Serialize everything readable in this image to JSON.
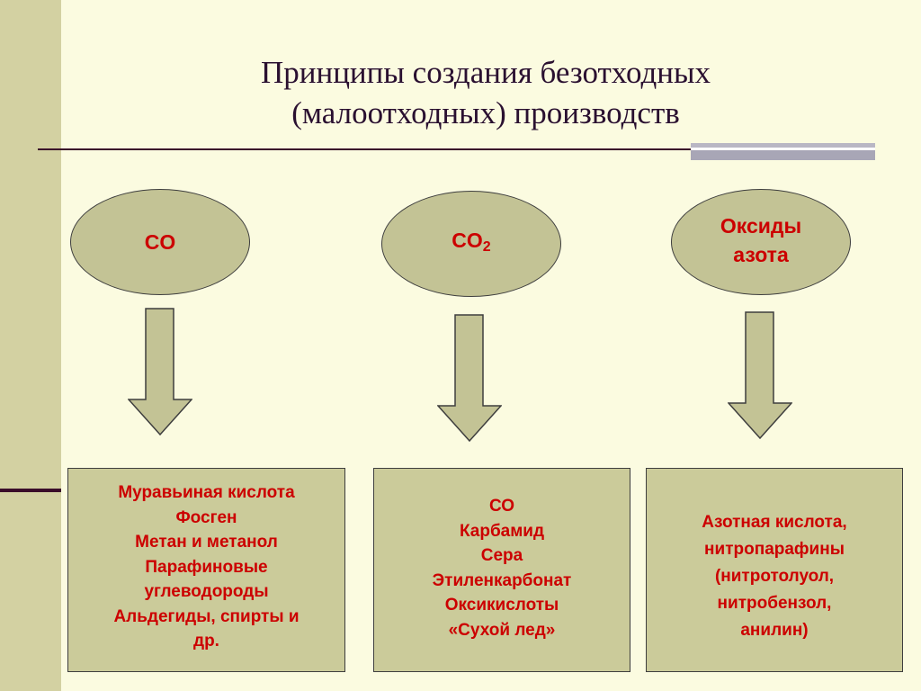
{
  "title": {
    "line1": "Принципы создания безотходных",
    "line2": "(малоотходных) производств"
  },
  "ovals": {
    "co": {
      "label": "CO"
    },
    "co2": {
      "label": "CO",
      "subscript": "2"
    },
    "nox": {
      "line1": "Оксиды",
      "line2": "азота"
    }
  },
  "boxes": {
    "co": {
      "lines": [
        "Муравьиная кислота",
        "Фосген",
        "Метан и метанол",
        "Парафиновые",
        "углеводороды",
        "Альдегиды, спирты и",
        "др."
      ]
    },
    "co2": {
      "lines": [
        "СО",
        "Карбамид",
        "Сера",
        "Этиленкарбонат",
        "Оксикислоты",
        "«Сухой лед»"
      ]
    },
    "nox": {
      "lines": [
        "Азотная кислота,",
        "нитропарафины",
        "(нитротолуол,",
        "нитробензол,",
        "анилин)"
      ]
    }
  },
  "colors": {
    "background": "#fbfbe0",
    "sidebar": "#d3d1a2",
    "shape_fill": "#c3c395",
    "box_fill": "#cbcb9a",
    "text_red": "#cc0000",
    "title_dark": "#2a1030",
    "rule": "#3a0d2a"
  }
}
